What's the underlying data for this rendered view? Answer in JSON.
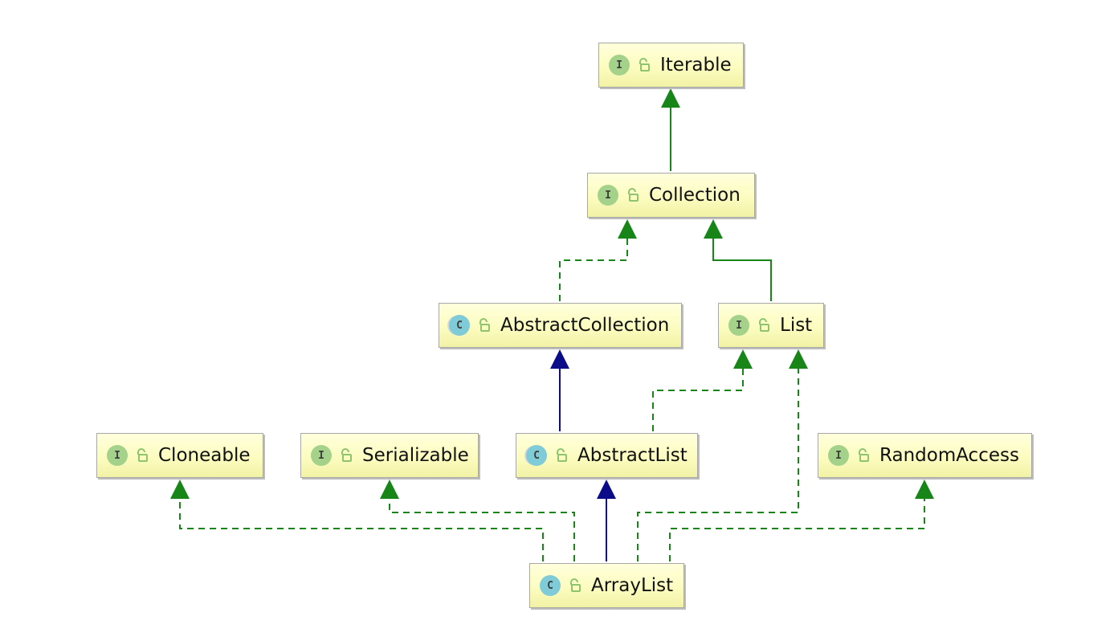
{
  "diagram": {
    "colors": {
      "implements": "#178517",
      "extends_class": "#0c0c88",
      "extends_interface": "#178517"
    },
    "nodes": {
      "iterable": {
        "label": "Iterable",
        "kind": "interface",
        "badge": "I",
        "visibility_icon": "unlock-icon"
      },
      "collection": {
        "label": "Collection",
        "kind": "interface",
        "badge": "I",
        "visibility_icon": "unlock-icon"
      },
      "abstract_collection": {
        "label": "AbstractCollection",
        "kind": "abstract-class",
        "badge": "C",
        "visibility_icon": "unlock-icon"
      },
      "list": {
        "label": "List",
        "kind": "interface",
        "badge": "I",
        "visibility_icon": "unlock-icon"
      },
      "cloneable": {
        "label": "Cloneable",
        "kind": "interface",
        "badge": "I",
        "visibility_icon": "unlock-icon"
      },
      "serializable": {
        "label": "Serializable",
        "kind": "interface",
        "badge": "I",
        "visibility_icon": "unlock-icon"
      },
      "abstract_list": {
        "label": "AbstractList",
        "kind": "abstract-class",
        "badge": "C",
        "visibility_icon": "unlock-icon"
      },
      "random_access": {
        "label": "RandomAccess",
        "kind": "interface",
        "badge": "I",
        "visibility_icon": "unlock-icon"
      },
      "array_list": {
        "label": "ArrayList",
        "kind": "class",
        "badge": "C",
        "visibility_icon": "unlock-icon"
      }
    },
    "edges": [
      {
        "from": "collection",
        "to": "iterable",
        "type": "extends_interface"
      },
      {
        "from": "abstract_collection",
        "to": "collection",
        "type": "implements"
      },
      {
        "from": "list",
        "to": "collection",
        "type": "extends_interface"
      },
      {
        "from": "abstract_list",
        "to": "abstract_collection",
        "type": "extends_class"
      },
      {
        "from": "abstract_list",
        "to": "list",
        "type": "implements"
      },
      {
        "from": "array_list",
        "to": "cloneable",
        "type": "implements"
      },
      {
        "from": "array_list",
        "to": "serializable",
        "type": "implements"
      },
      {
        "from": "array_list",
        "to": "abstract_list",
        "type": "extends_class"
      },
      {
        "from": "array_list",
        "to": "list",
        "type": "implements"
      },
      {
        "from": "array_list",
        "to": "random_access",
        "type": "implements"
      }
    ]
  }
}
